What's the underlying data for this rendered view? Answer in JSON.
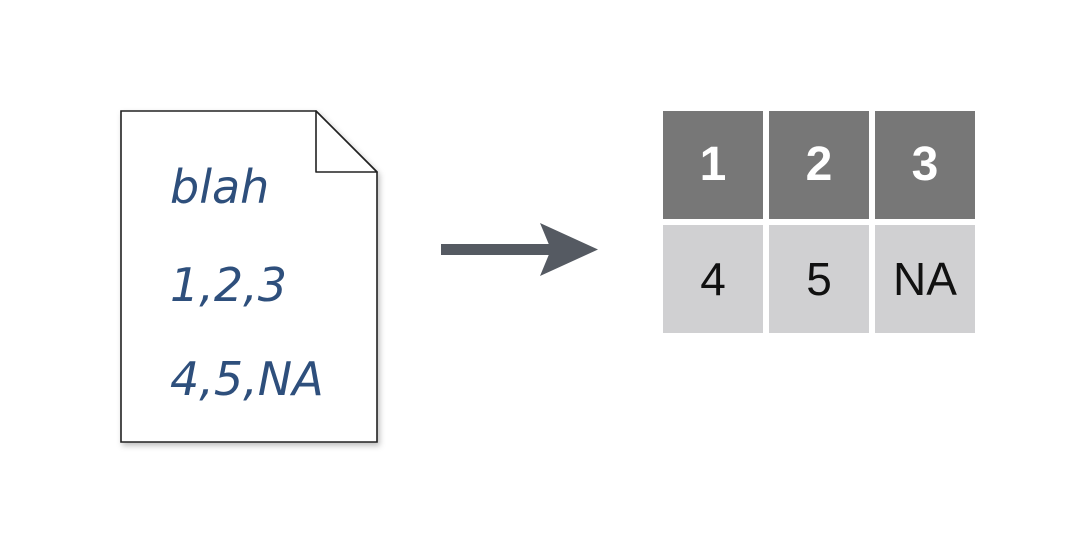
{
  "file": {
    "lines": [
      "blah",
      "1,2,3",
      "4,5,NA"
    ]
  },
  "table": {
    "header": [
      "1",
      "2",
      "3"
    ],
    "rows": [
      [
        "4",
        "5",
        "NA"
      ]
    ]
  },
  "colors": {
    "file_text": "#2e4f7c",
    "arrow": "#555a62",
    "header_fill": "#777777",
    "cell_fill": "#d0d0d2"
  },
  "icons": [
    "file-icon",
    "arrow-right-icon"
  ]
}
